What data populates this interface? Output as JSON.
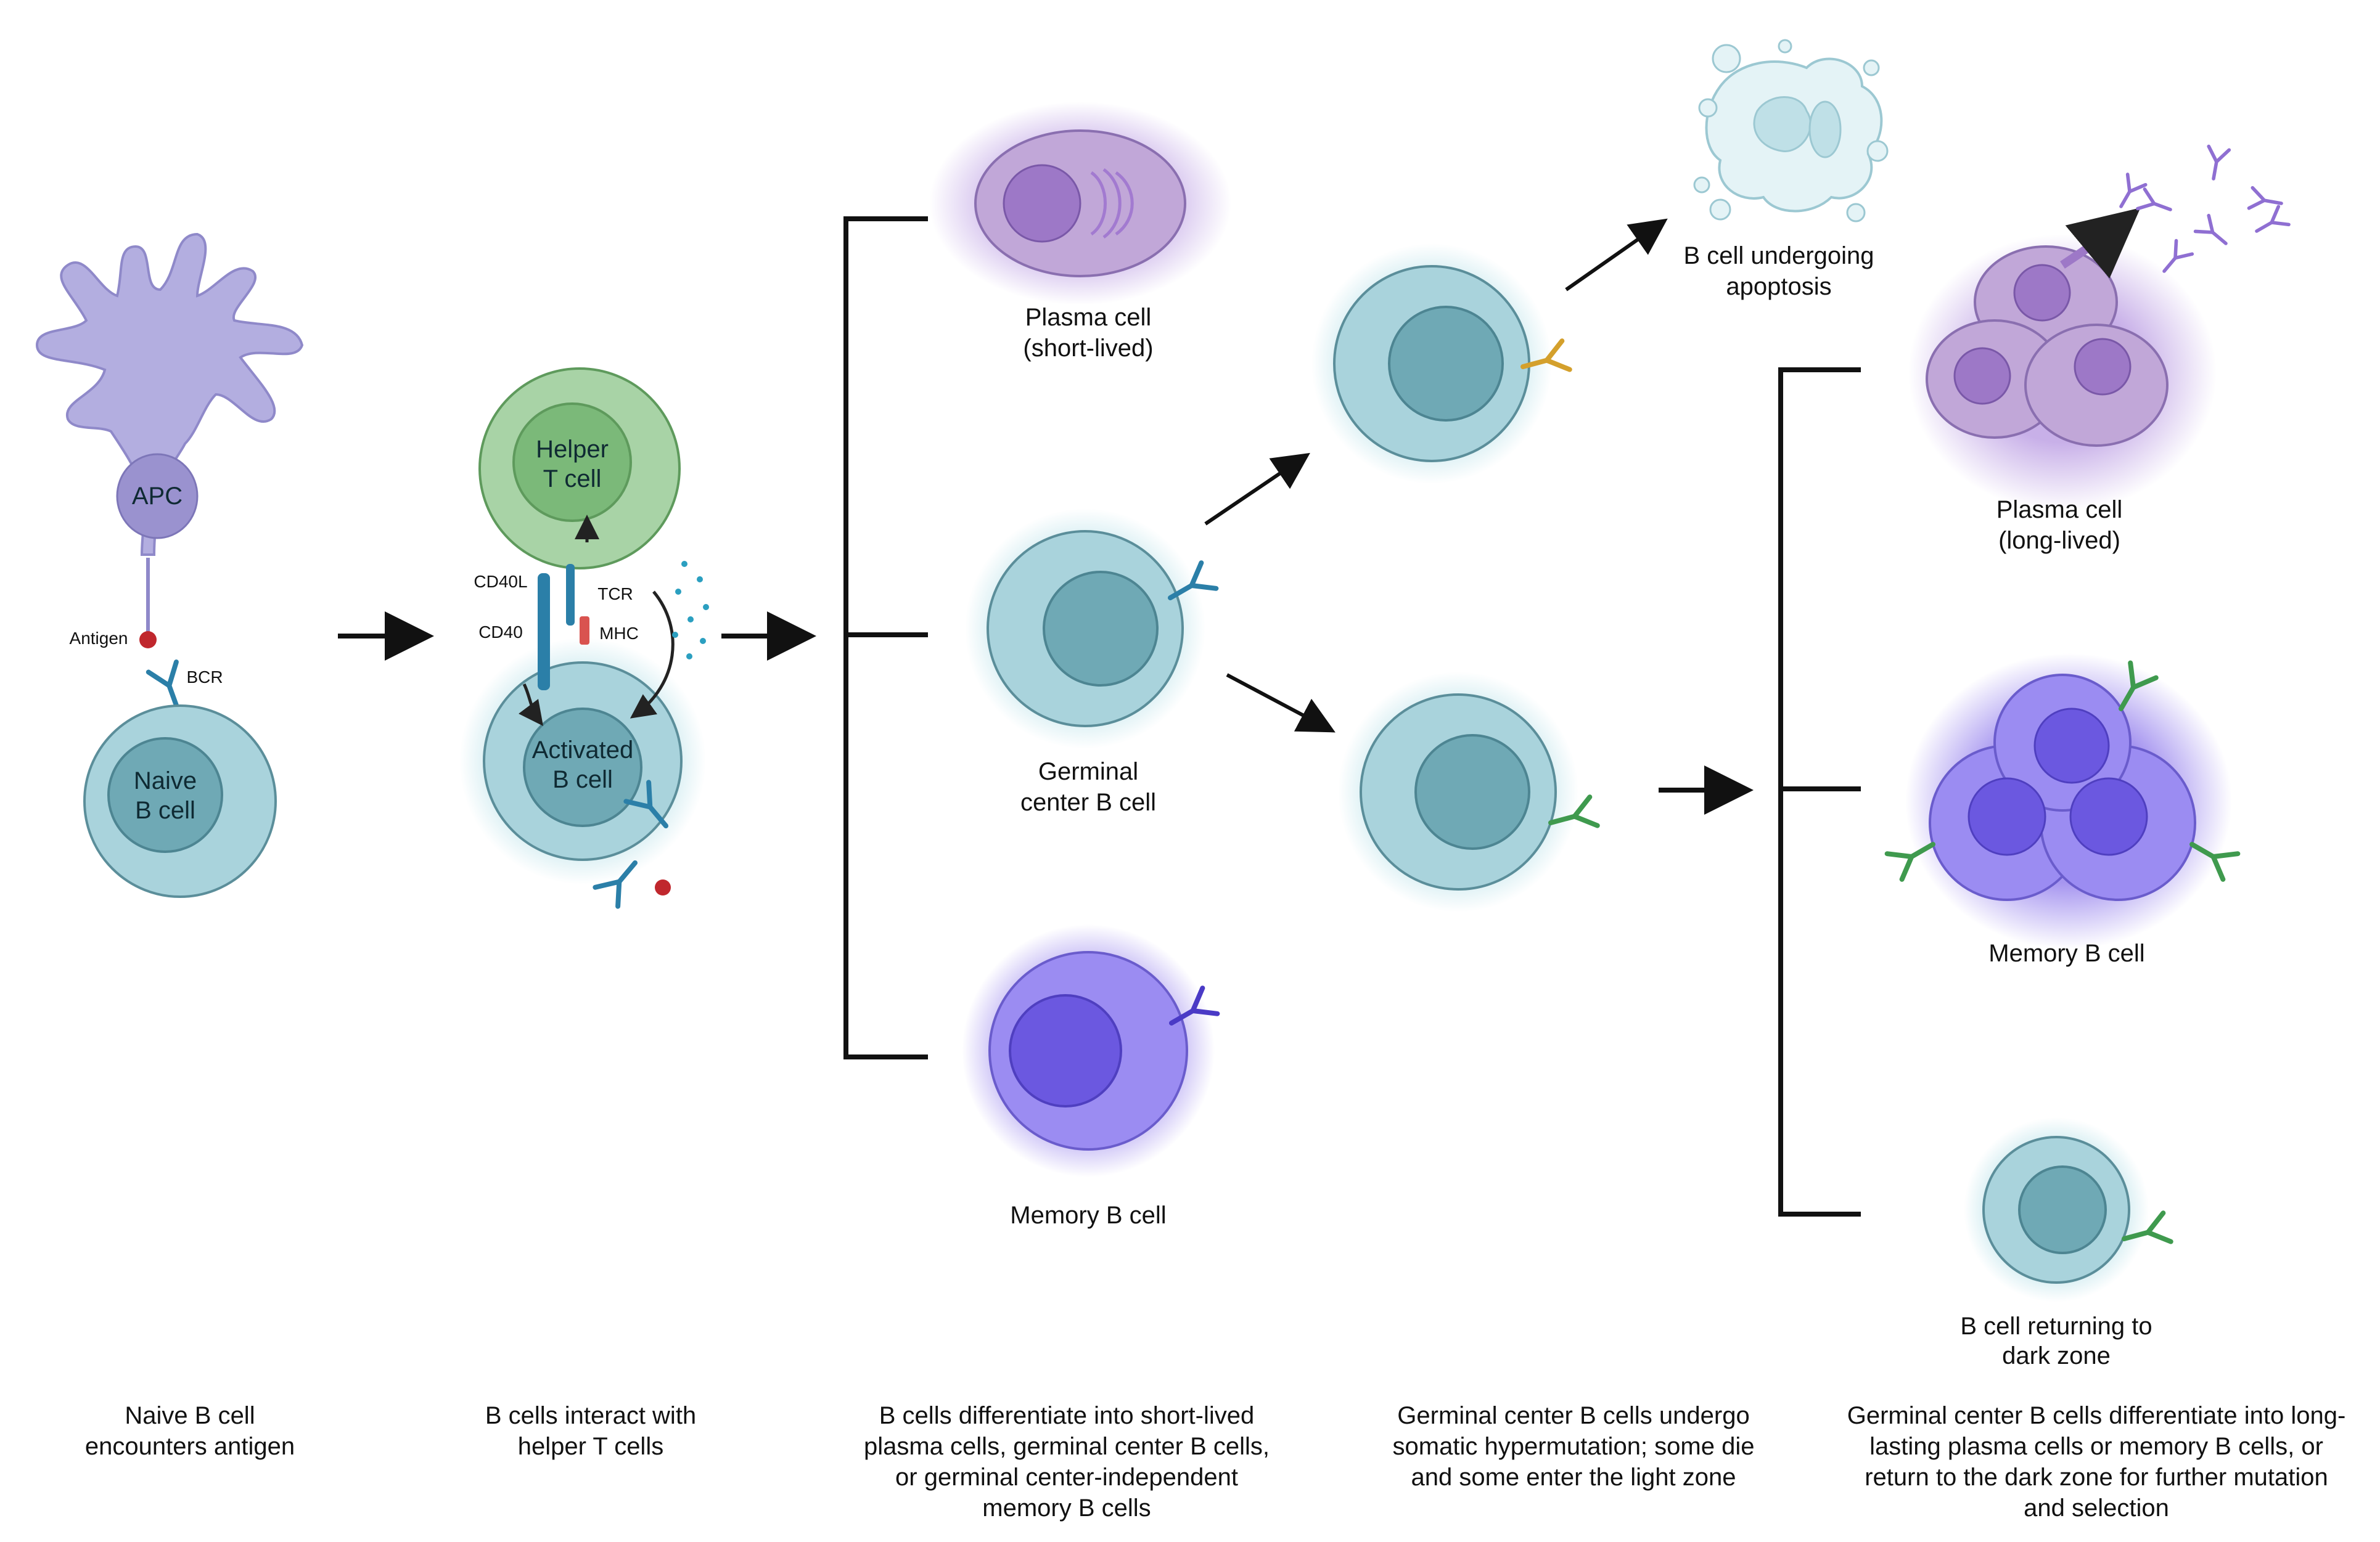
{
  "cells": {
    "apc": "APC",
    "naive": [
      "Naive",
      "B cell"
    ],
    "helper": [
      "Helper",
      "T cell"
    ],
    "activated": [
      "Activated",
      "B cell"
    ],
    "plasma_short": [
      "Plasma cell",
      "(short-lived)"
    ],
    "germinal": [
      "Germinal",
      "center B cell"
    ],
    "memory_left": "Memory B cell",
    "apoptosis": [
      "B cell undergoing",
      "apoptosis"
    ],
    "plasma_long": [
      "Plasma cell",
      "(long-lived)"
    ],
    "memory_right": "Memory B cell",
    "returning": [
      "B cell returning to",
      "dark zone"
    ]
  },
  "molecules": {
    "antigen": "Antigen",
    "bcr": "BCR",
    "cd40l": "CD40L",
    "cd40": "CD40",
    "tcr": "TCR",
    "mhc": "MHC"
  },
  "captions": [
    [
      "Naive B cell",
      "encounters antigen"
    ],
    [
      "B cells interact with",
      "helper T cells"
    ],
    [
      "B cells differentiate into short-lived",
      "plasma cells, germinal center B cells,",
      "or germinal center-independent",
      "memory B cells"
    ],
    [
      "Germinal center B cells undergo",
      "somatic hypermutation; some die",
      "and some enter the light zone"
    ],
    [
      "Germinal center B cells differentiate into long-",
      "lasting plasma cells or memory B cells, or",
      "return to the dark zone for further mutation",
      "and selection"
    ]
  ],
  "colors": {
    "b_cell": "#a9d3dc",
    "b_nucleus": "#6fa9b5",
    "t_cell": "#a8d3a6",
    "apc": "#b3aee0",
    "plasma": "#c1a7d8",
    "memory": "#9b8cf2",
    "antibody_blue": "#2b7fa8",
    "antibody_gold": "#d4a02c",
    "antibody_green": "#3f9a4e",
    "antibody_purple": "#7c5fc4"
  }
}
